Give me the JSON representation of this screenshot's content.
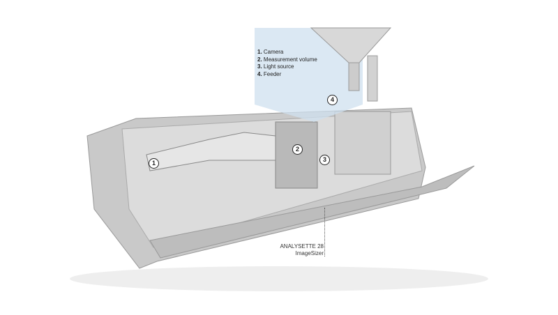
{
  "legend": [
    {
      "num": "1.",
      "label": "Camera"
    },
    {
      "num": "2.",
      "label": "Measurement volume"
    },
    {
      "num": "3.",
      "label": "Light source"
    },
    {
      "num": "4.",
      "label": "Feeder"
    }
  ],
  "markers": [
    "1",
    "2",
    "3",
    "4"
  ],
  "product": {
    "line1": "ANALYSETTE 28",
    "line2": "ImageSizer"
  }
}
